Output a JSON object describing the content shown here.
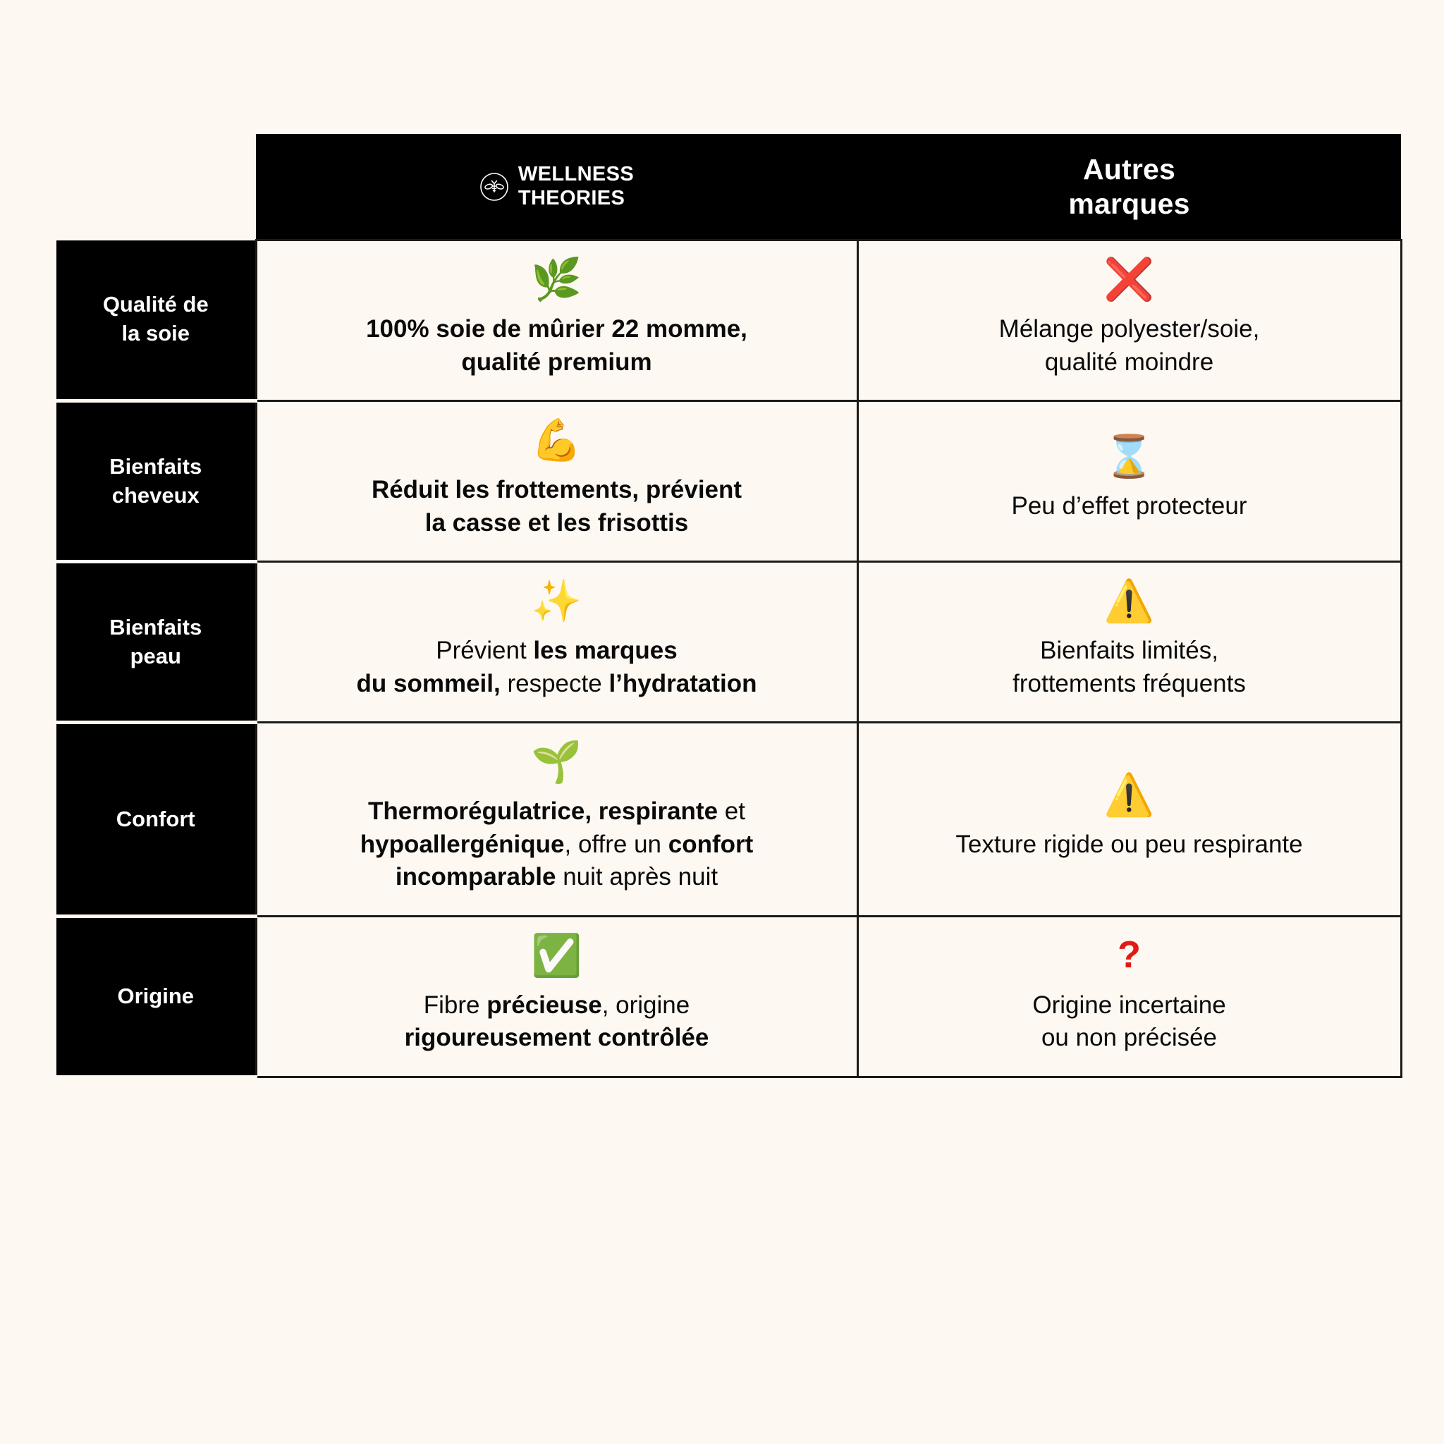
{
  "theme": {
    "background": "#fdf8f2",
    "header_bg": "#000000",
    "header_text": "#ffffff",
    "border": "#1c1a17",
    "body_text": "#0a0a0a",
    "accent_red": "#e01b16",
    "accent_green": "#3bb143",
    "accent_yellow": "#f5c518"
  },
  "header": {
    "brand": {
      "icon": "bee-logo-icon",
      "name": "WELLNESS\nTHEORIES"
    },
    "competitor": {
      "title": "Autres\nmarques"
    }
  },
  "rows": [
    {
      "label": "Qualité de\nla soie",
      "ours": {
        "icon": "herb-leaf-emoji",
        "icon_glyph": "🌿",
        "segments": [
          {
            "text": "100% soie de mûrier 22 momme,\nqualité premium",
            "bold": true
          }
        ],
        "plain_text": "100% soie de mûrier 22 momme, qualité premium"
      },
      "other": {
        "icon": "red-cross-mark-emoji",
        "icon_glyph": "❌",
        "text": "Mélange polyester/soie,\nqualité moindre"
      }
    },
    {
      "label": "Bienfaits\ncheveux",
      "ours": {
        "icon": "flexed-biceps-emoji",
        "icon_glyph": "💪",
        "segments": [
          {
            "text": "Réduit les frottements, prévient\nla casse et les frisottis",
            "bold": true
          }
        ],
        "plain_text": "Réduit les frottements, prévient la casse et les frisottis"
      },
      "other": {
        "icon": "hourglass-emoji",
        "icon_glyph": "⌛",
        "text": "Peu d’effet protecteur"
      }
    },
    {
      "label": "Bienfaits\npeau",
      "ours": {
        "icon": "sparkles-emoji",
        "icon_glyph": "✨",
        "segments": [
          {
            "text": "Prévient ",
            "bold": false
          },
          {
            "text": "les marques\ndu sommeil,",
            "bold": true
          },
          {
            "text": " respecte ",
            "bold": false
          },
          {
            "text": "l’hydratation",
            "bold": true
          }
        ],
        "plain_text": "Prévient les marques du sommeil, respecte l’hydratation"
      },
      "other": {
        "icon": "warning-triangle-emoji",
        "icon_glyph": "⚠️",
        "text": "Bienfaits limités,\nfrottements fréquents"
      }
    },
    {
      "label": "Confort",
      "ours": {
        "icon": "seedling-emoji",
        "icon_glyph": "🌱",
        "segments": [
          {
            "text": "Thermorégulatrice, respirante",
            "bold": true
          },
          {
            "text": " et\n",
            "bold": false
          },
          {
            "text": "hypoallergénique",
            "bold": true
          },
          {
            "text": ", offre un ",
            "bold": false
          },
          {
            "text": "confort\nincomparable",
            "bold": true
          },
          {
            "text": " nuit après nuit",
            "bold": false
          }
        ],
        "plain_text": "Thermorégulatrice, respirante et hypoallergénique, offre un confort incomparable nuit après nuit"
      },
      "other": {
        "icon": "warning-triangle-emoji",
        "icon_glyph": "⚠️",
        "text": "Texture rigide ou peu respirante"
      }
    },
    {
      "label": "Origine",
      "ours": {
        "icon": "white-check-mark-emoji",
        "icon_glyph": "✅",
        "segments": [
          {
            "text": "Fibre ",
            "bold": false
          },
          {
            "text": "précieuse",
            "bold": true
          },
          {
            "text": ", origine\n",
            "bold": false
          },
          {
            "text": "rigoureusement contrôlée",
            "bold": true
          }
        ],
        "plain_text": "Fibre précieuse, origine rigoureusement contrôlée"
      },
      "other": {
        "icon": "red-question-mark-icon",
        "icon_glyph": "?",
        "text": "Origine incertaine\nou non précisée"
      }
    }
  ]
}
